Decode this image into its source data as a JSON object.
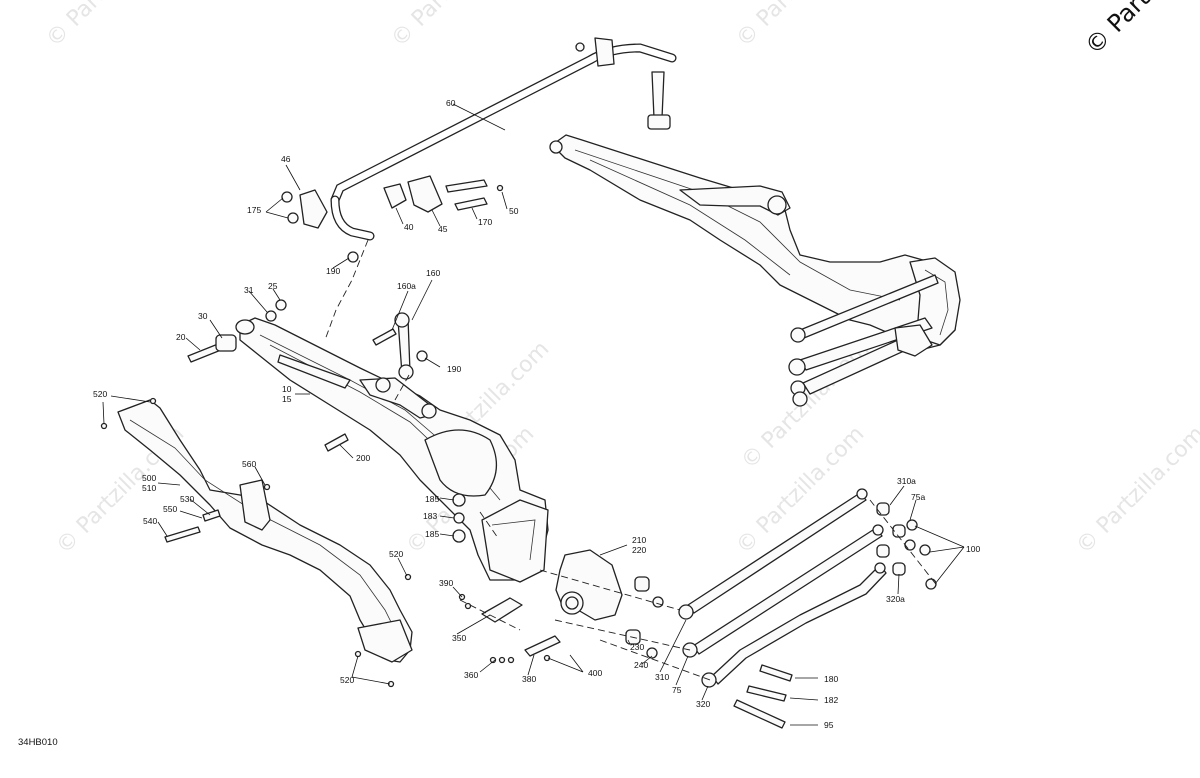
{
  "diagram_code": "34HB010",
  "watermark": "Partzilla.com",
  "corner_mark": "© Partz",
  "labels": [
    "60",
    "46",
    "175",
    "40",
    "45",
    "170",
    "50",
    "190",
    "25",
    "31",
    "160a",
    "160",
    "30",
    "20",
    "190",
    "10",
    "15",
    "200",
    "520",
    "560",
    "500",
    "510",
    "530",
    "550",
    "540",
    "520",
    "520",
    "185",
    "183",
    "185",
    "210",
    "220",
    "390",
    "350",
    "360",
    "380",
    "400",
    "230",
    "240",
    "310",
    "75",
    "320",
    "310a",
    "75a",
    "100",
    "320a",
    "180",
    "182",
    "95"
  ]
}
